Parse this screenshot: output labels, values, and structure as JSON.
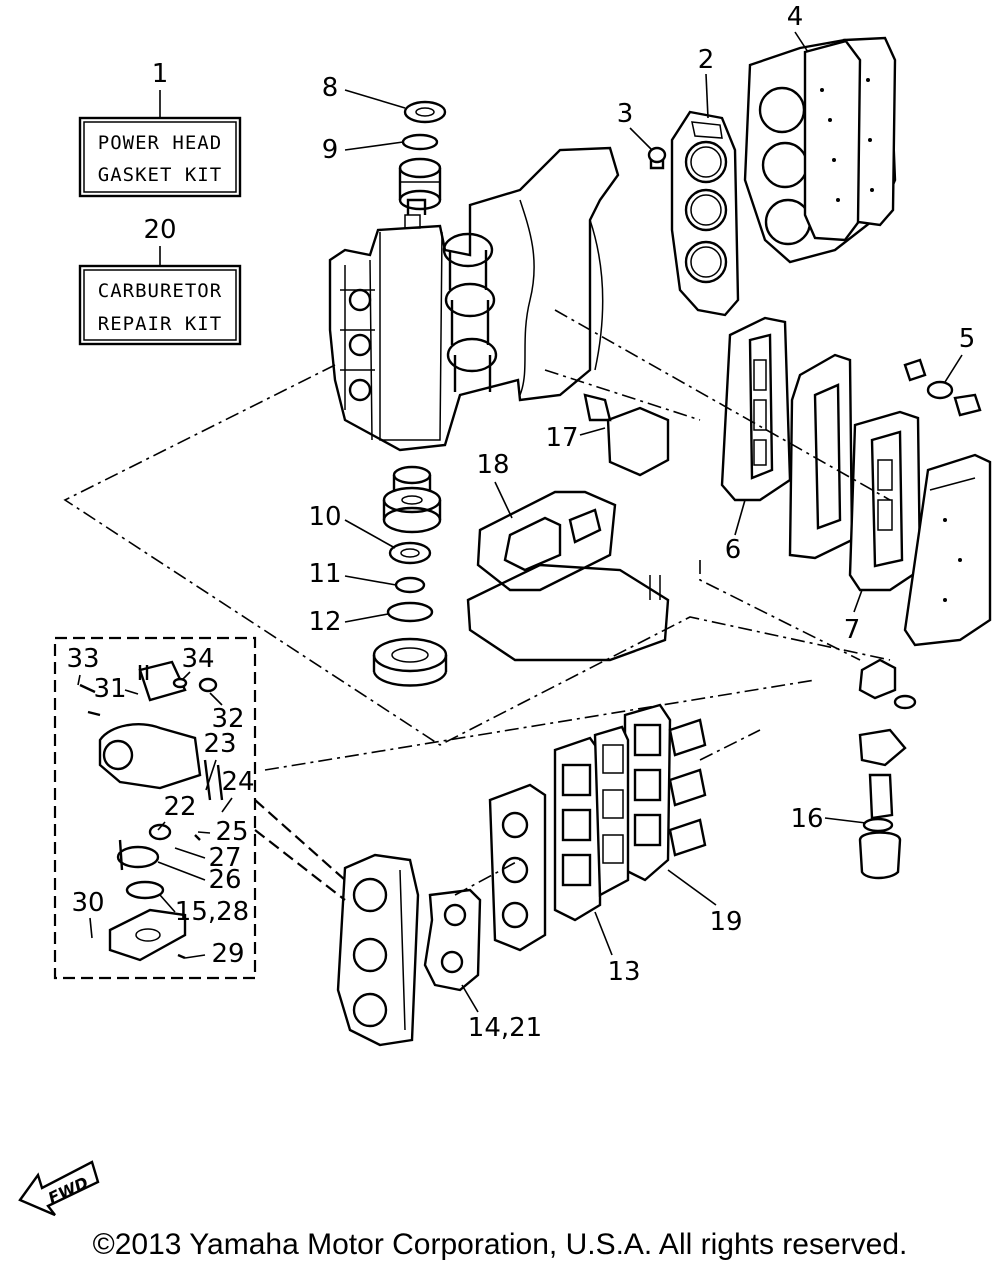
{
  "kits": [
    {
      "number": "1",
      "line1": "POWER HEAD",
      "line2": "GASKET KIT"
    },
    {
      "number": "20",
      "line1": "CARBURETOR",
      "line2": "REPAIR KIT"
    }
  ],
  "callouts": {
    "c2": "2",
    "c3": "3",
    "c4": "4",
    "c5": "5",
    "c6": "6",
    "c7": "7",
    "c8": "8",
    "c9": "9",
    "c10": "10",
    "c11": "11",
    "c12": "12",
    "c13": "13",
    "c14_21": "14,21",
    "c15_28": "15,28",
    "c16": "16",
    "c17": "17",
    "c18": "18",
    "c19": "19",
    "c22": "22",
    "c23": "23",
    "c24": "24",
    "c25": "25",
    "c26": "26",
    "c27": "27",
    "c29": "29",
    "c30": "30",
    "c31": "31",
    "c32": "32",
    "c33": "33",
    "c34": "34"
  },
  "fwd_label": "FWD",
  "copyright": "©2013 Yamaha Motor Corporation, U.S.A. All rights reserved."
}
